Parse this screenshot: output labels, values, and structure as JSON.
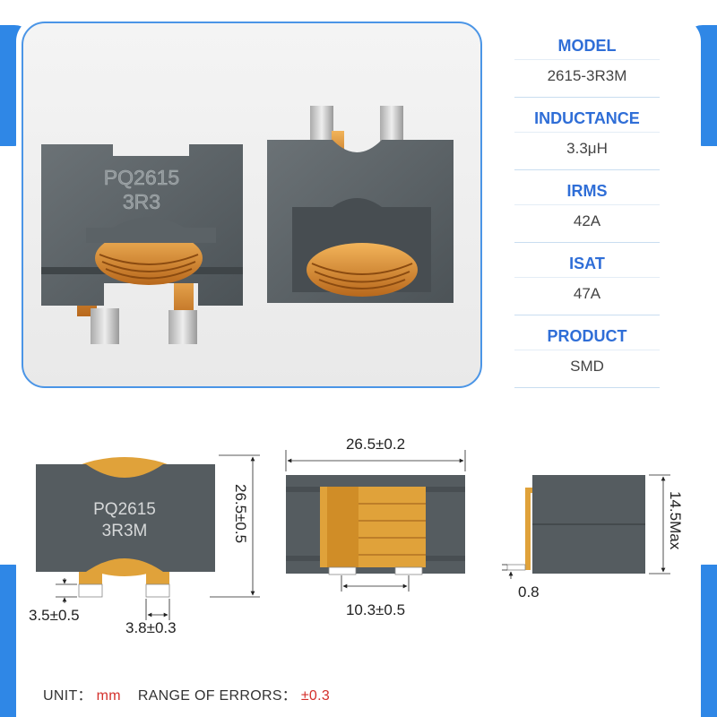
{
  "specs": [
    {
      "label": "MODEL",
      "value": "2615-3R3M"
    },
    {
      "label": "INDUCTANCE",
      "value": "3.3μH"
    },
    {
      "label": "IRMS",
      "value": "42A"
    },
    {
      "label": "ISAT",
      "value": "47A"
    },
    {
      "label": "PRODUCT",
      "value": "SMD"
    }
  ],
  "photo": {
    "marking_line1": "PQ2615",
    "marking_line2": "3R3"
  },
  "front_view": {
    "marking_line1": "PQ2615",
    "marking_line2": "3R3M",
    "height_dim": "26.5±0.5",
    "pin_height_dim": "3.5±0.5",
    "pin_width_dim": "3.8±0.3"
  },
  "side_view": {
    "width_dim": "26.5±0.2",
    "pin_spacing_dim": "10.3±0.5"
  },
  "profile_view": {
    "height_dim": "14.5Max",
    "lead_dim": "0.8"
  },
  "footer": {
    "unit_label": "UNIT：",
    "unit_value": "mm",
    "error_label": "RANGE OF ERRORS：",
    "error_value": "±0.3"
  },
  "colors": {
    "accent": "#2f6ed7",
    "core": "#545b5f",
    "copper": "#e0a23a"
  }
}
